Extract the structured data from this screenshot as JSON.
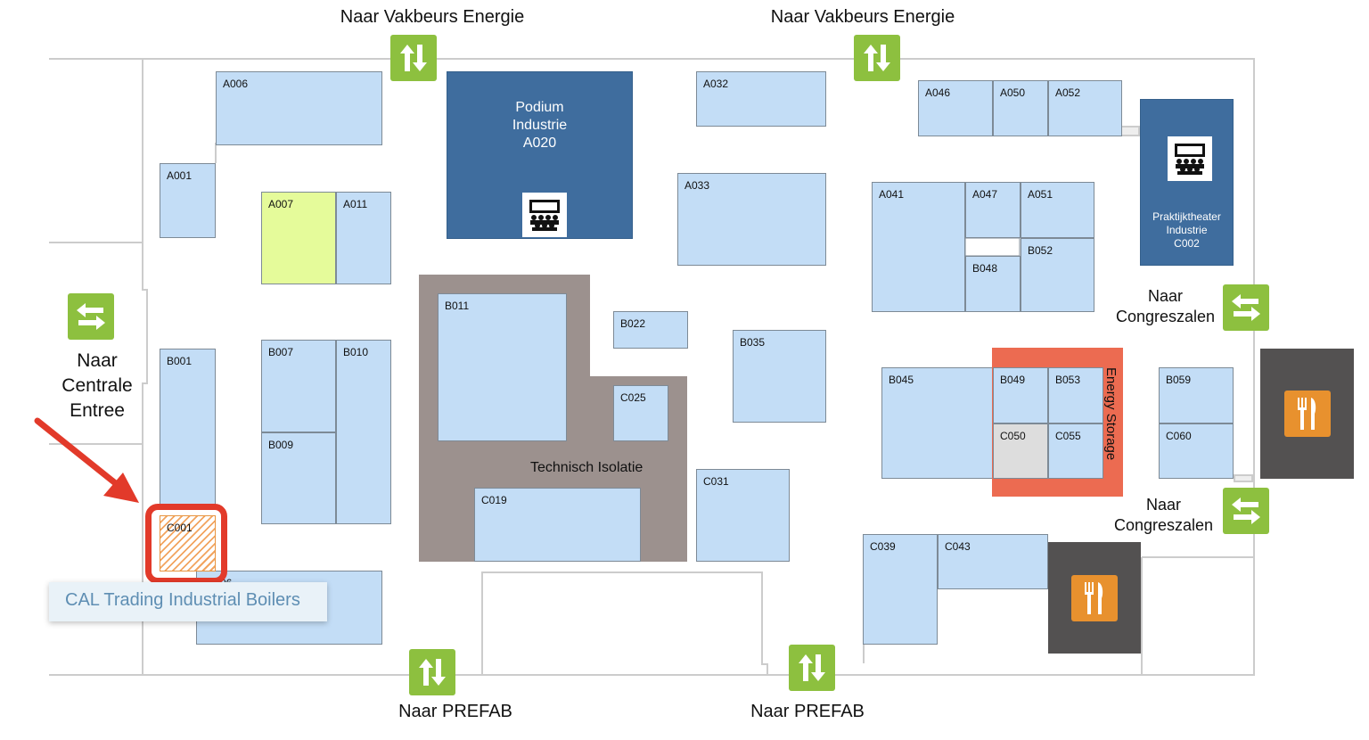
{
  "nav": {
    "top_left": "Naar Vakbeurs Energie",
    "top_right": "Naar Vakbeurs Energie",
    "left": [
      "Naar",
      "Centrale",
      "Entree"
    ],
    "right_upper": [
      "Naar",
      "Congreszalen"
    ],
    "right_lower": [
      "Naar",
      "Congreszalen"
    ],
    "bottom_left": "Naar PREFAB",
    "bottom_right": "Naar PREFAB"
  },
  "theatres": {
    "podium": [
      "Podium",
      "Industrie",
      "A020"
    ],
    "praktijk": [
      "Praktijktheater",
      "Industrie",
      "C002"
    ]
  },
  "areas": {
    "technisch": "Technisch Isolatie",
    "energy": "Energy Storage"
  },
  "booths": {
    "A006": "A006",
    "A001": "A001",
    "A007": "A007",
    "A011": "A011",
    "A032": "A032",
    "A033": "A033",
    "A046": "A046",
    "A050": "A050",
    "A052": "A052",
    "A041": "A041",
    "A047": "A047",
    "A051": "A051",
    "B048": "B048",
    "B052": "B052",
    "B001": "B001",
    "B007": "B007",
    "B010": "B010",
    "B009": "B009",
    "B011": "B011",
    "B022": "B022",
    "B035": "B035",
    "C025": "C025",
    "C019": "C019",
    "C031": "C031",
    "B045": "B045",
    "B049": "B049",
    "B053": "B053",
    "C050": "C050",
    "C055": "C055",
    "B059": "B059",
    "C060": "C060",
    "C039": "C039",
    "C043": "C043",
    "C001": "C001",
    "A006b": "06"
  },
  "tooltip": {
    "text": "CAL Trading Industrial Boilers"
  },
  "colors": {
    "booth": "#c3ddf6",
    "theatre": "#3f6d9e",
    "arrow_button": "#8dc03f",
    "catering_box": "#535151",
    "catering_icon": "#e8912e",
    "energy_storage": "#ec6b51",
    "technisch_isolatie": "#9c918e",
    "highlight": "#e23a2a"
  },
  "icons": {
    "nav_vertical": "up-down-arrows-icon",
    "nav_horizontal": "left-right-arrows-icon",
    "theatre": "cinema-audience-icon",
    "catering": "fork-knife-icon",
    "pointer": "red-arrow-icon"
  }
}
